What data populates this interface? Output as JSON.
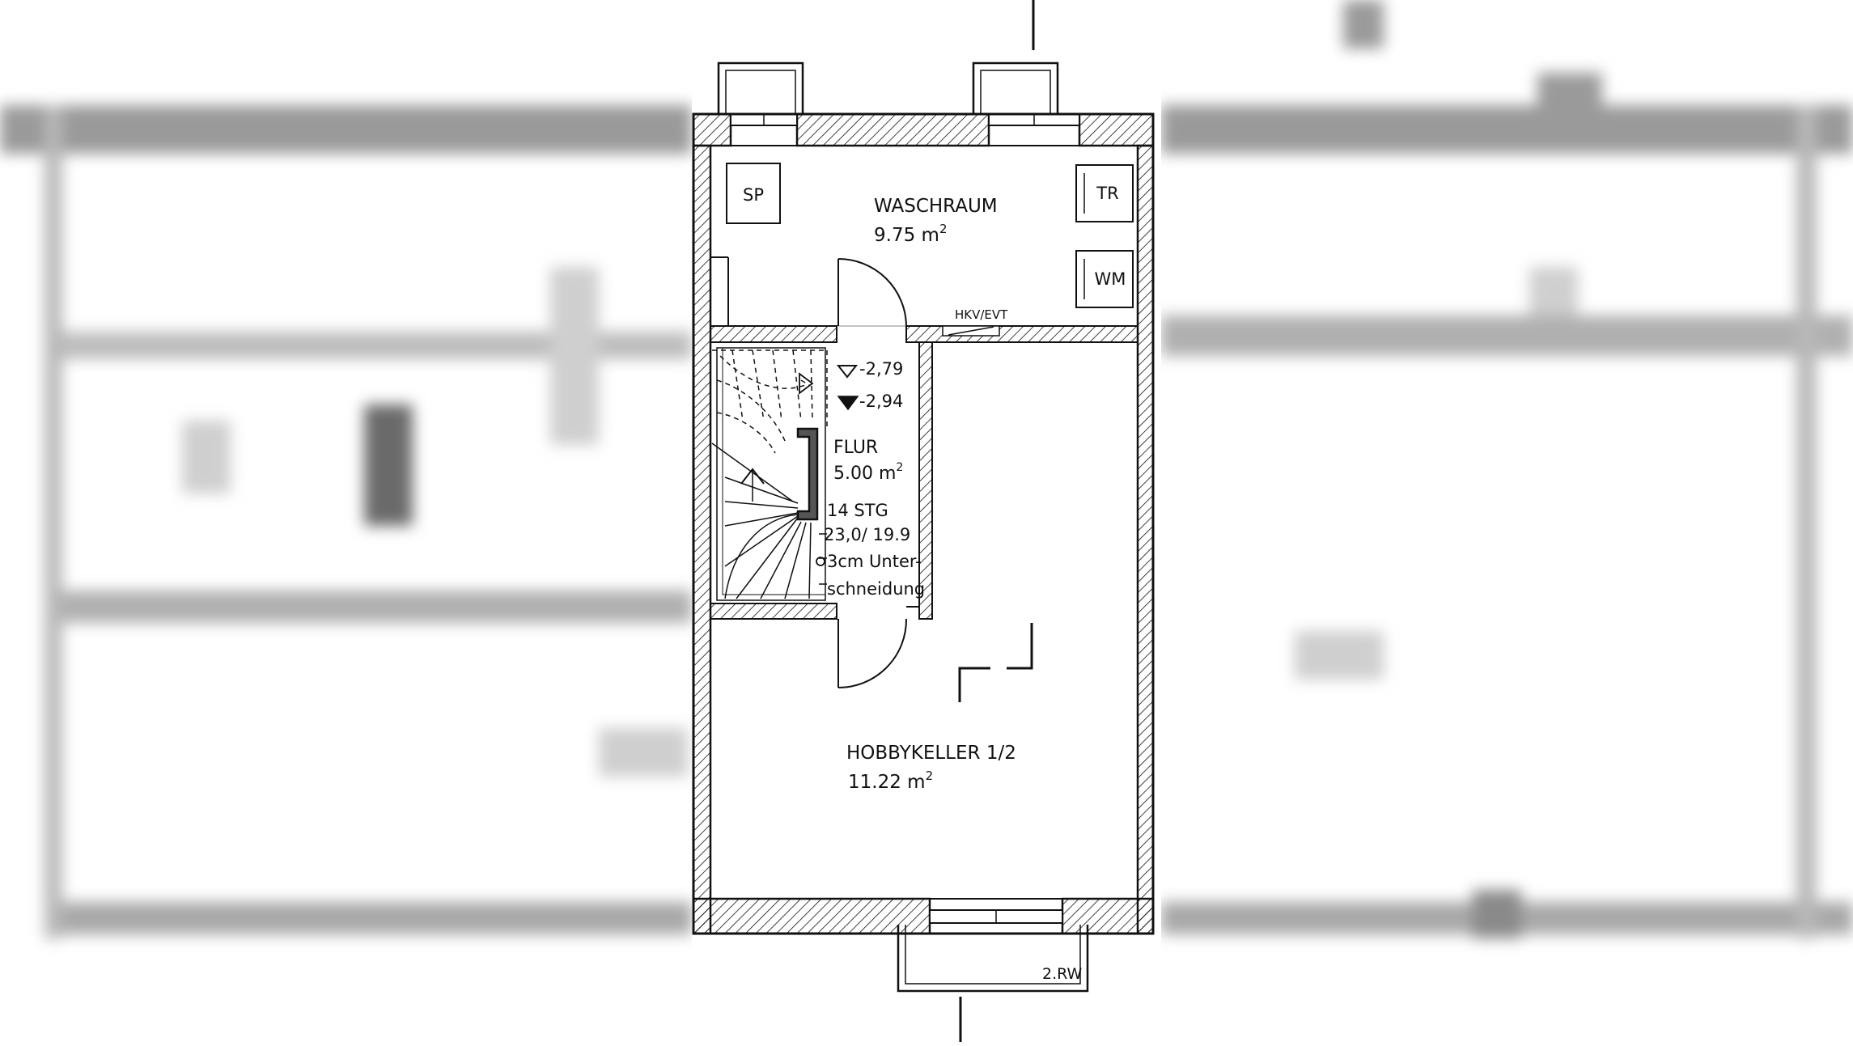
{
  "rooms": {
    "waschraum": {
      "name": "WASCHRAUM",
      "area": "9.75",
      "unit": "m",
      "sup": "2"
    },
    "flur": {
      "name": "FLUR",
      "area": "5.00",
      "unit": "m",
      "sup": "2"
    },
    "hobbykeller": {
      "name": "HOBBYKELLER 1/2",
      "area": "11.22",
      "unit": "m",
      "sup": "2"
    }
  },
  "fixtures": {
    "sp": "SP",
    "tr": "TR",
    "wm": "WM",
    "hkv": "HKV/EVT"
  },
  "levels": {
    "upper": "-2,79",
    "lower": "-2,94"
  },
  "stair": {
    "steps": "14 STG",
    "ratio": "23,0/ 19.9",
    "note_line1": "3cm Unter-",
    "note_line2": "schneidung"
  },
  "labels": {
    "window_bottom": "2.RW"
  },
  "colors": {
    "line": "#111111",
    "background": "#ffffff"
  }
}
